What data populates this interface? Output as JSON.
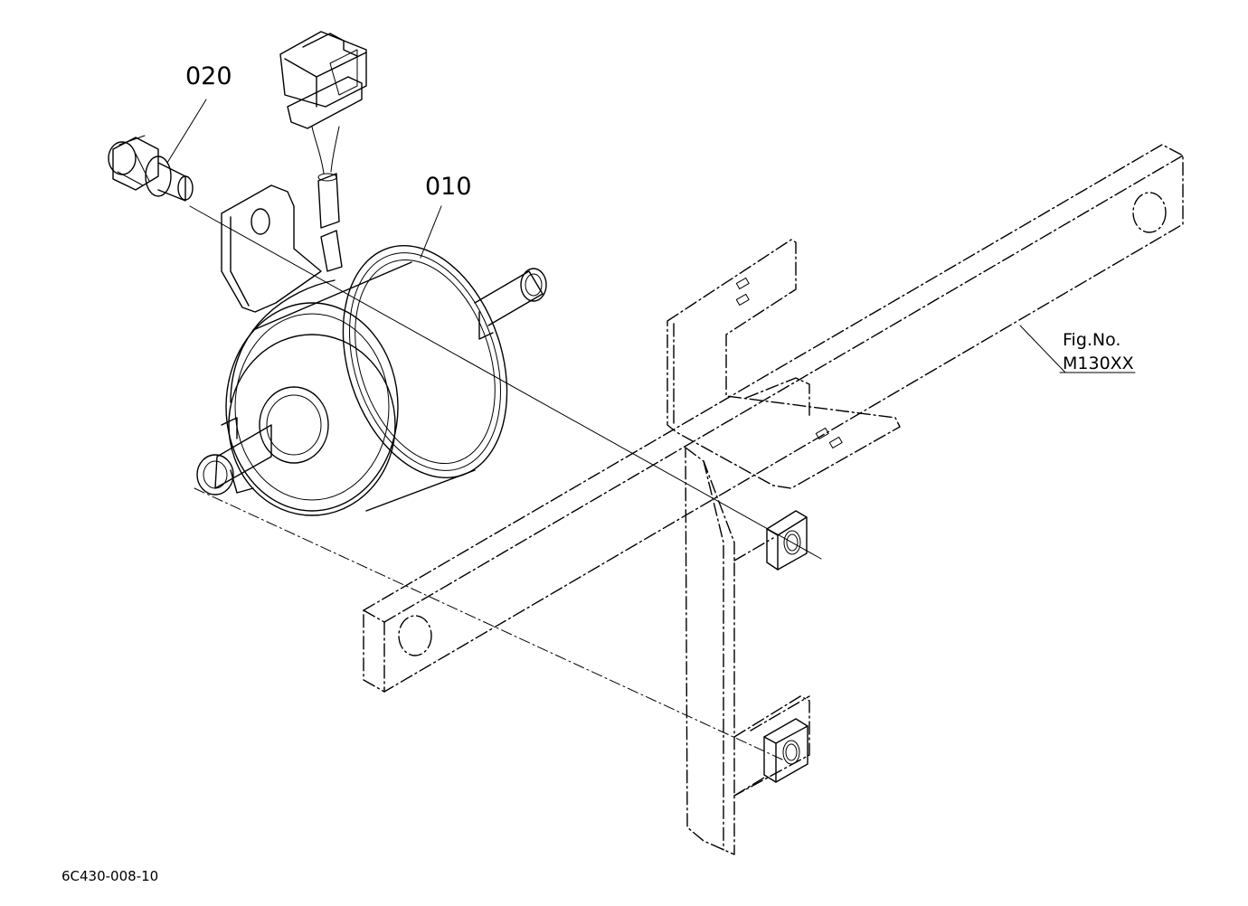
{
  "diagram": {
    "callouts": [
      {
        "id": "part-010",
        "text": "010"
      },
      {
        "id": "part-020",
        "text": "020"
      }
    ],
    "figure_reference": {
      "line1": "Fig.No.",
      "line2": "M130XX"
    },
    "drawing_number": "6C430-008-10"
  }
}
